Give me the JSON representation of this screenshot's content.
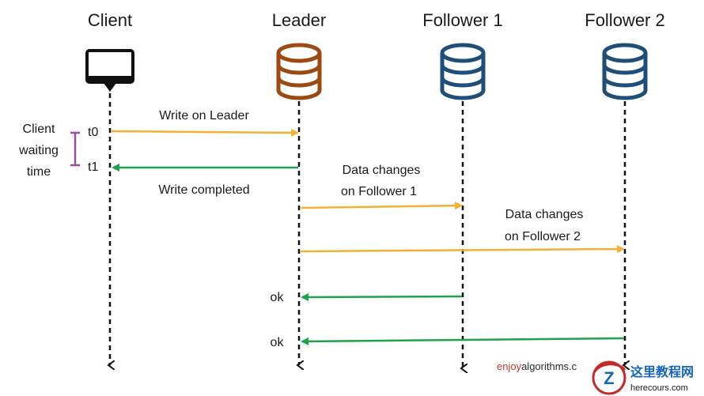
{
  "actors": {
    "client": "Client",
    "leader": "Leader",
    "follower1": "Follower 1",
    "follower2": "Follower 2"
  },
  "waiting": {
    "line1": "Client",
    "line2": "waiting",
    "line3": "time"
  },
  "ticks": {
    "t0": "t0",
    "t1": "t1"
  },
  "messages": {
    "write_on_leader": "Write on Leader",
    "write_completed": "Write completed",
    "data_changes_f1_line1": "Data changes",
    "data_changes_f1_line2": "on Follower 1",
    "data_changes_f2_line1": "Data changes",
    "data_changes_f2_line2": "on Follower 2",
    "ok_f1": "ok",
    "ok_f2": "ok"
  },
  "watermark": {
    "enjoy": "enjoy",
    "algorithms": "algorithms.c",
    "site_cn": "这里教程网",
    "site_url": "herecours.com"
  },
  "colors": {
    "request_arrow": "#f2b134",
    "response_arrow": "#1fa34a",
    "leader_db": "#9c4a12",
    "follower_db": "#1f4e79",
    "wait_bracket": "#a04aa0",
    "lifeline": "#111111"
  },
  "icons": {
    "client": "monitor-icon",
    "leader": "database-icon",
    "follower1": "database-icon",
    "follower2": "database-icon"
  }
}
